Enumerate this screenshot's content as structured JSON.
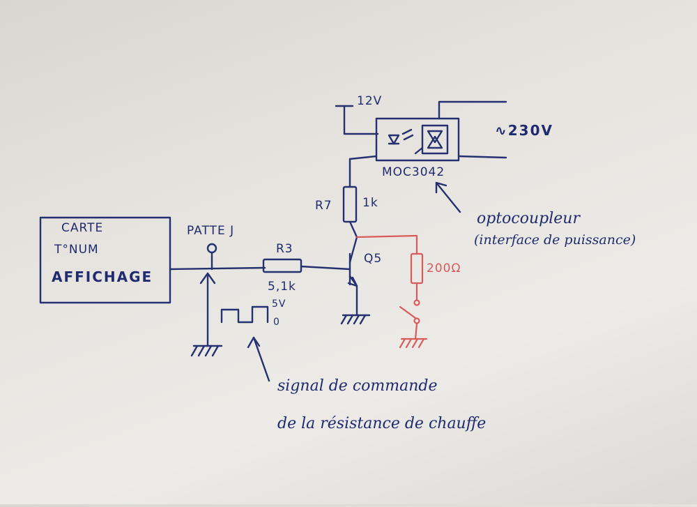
{
  "box": {
    "line1": "CARTE",
    "line2": "T°NUM",
    "line3": "AFFICHAGE"
  },
  "labels": {
    "pin": "PATTE J",
    "r3": "R3",
    "r3_value": "5,1k",
    "transistor": "Q5",
    "r7": "R7",
    "r7_value": "1k",
    "supply": "12V",
    "optocoupler_ref": "MOC3042",
    "mains": "∿230V",
    "red_resistor": "200Ω",
    "pulse_high": "5V",
    "pulse_low": "0"
  },
  "notes": {
    "optocoupler_line1": "optocoupleur",
    "optocoupler_line2": "(interface de puissance)",
    "signal_line1": "signal de commande",
    "signal_line2": "de la résistance de chauffe"
  },
  "colors": {
    "ink": "#24306f",
    "red_ink": "#d95a5a",
    "paper": "#e6e3de"
  }
}
